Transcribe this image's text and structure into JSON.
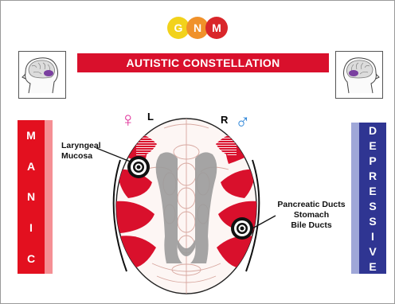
{
  "logo": {
    "letters": [
      "G",
      "N",
      "M"
    ],
    "colors": [
      "#f2d21b",
      "#f0912a",
      "#d9262a"
    ]
  },
  "banner": {
    "title": "AUTISTIC CONSTELLATION",
    "color": "#d9102c"
  },
  "manic": {
    "letters": [
      "M",
      "A",
      "N",
      "I",
      "C"
    ],
    "color": "#e3101f"
  },
  "depressive": {
    "letters": [
      "D",
      "E",
      "P",
      "R",
      "E",
      "S",
      "S",
      "I",
      "V",
      "E"
    ],
    "color": "#2f3592"
  },
  "sides": {
    "left": "L",
    "right": "R",
    "female_symbol": "♀",
    "male_symbol": "♂"
  },
  "annotations": {
    "left": [
      "Laryngeal",
      "Mucosa"
    ],
    "right": [
      "Pancreatic Ducts",
      "Stomach",
      "Bile Ducts"
    ]
  },
  "icons": [
    "brain-head-left-icon",
    "brain-head-right-icon",
    "target-left-icon",
    "target-right-icon"
  ]
}
